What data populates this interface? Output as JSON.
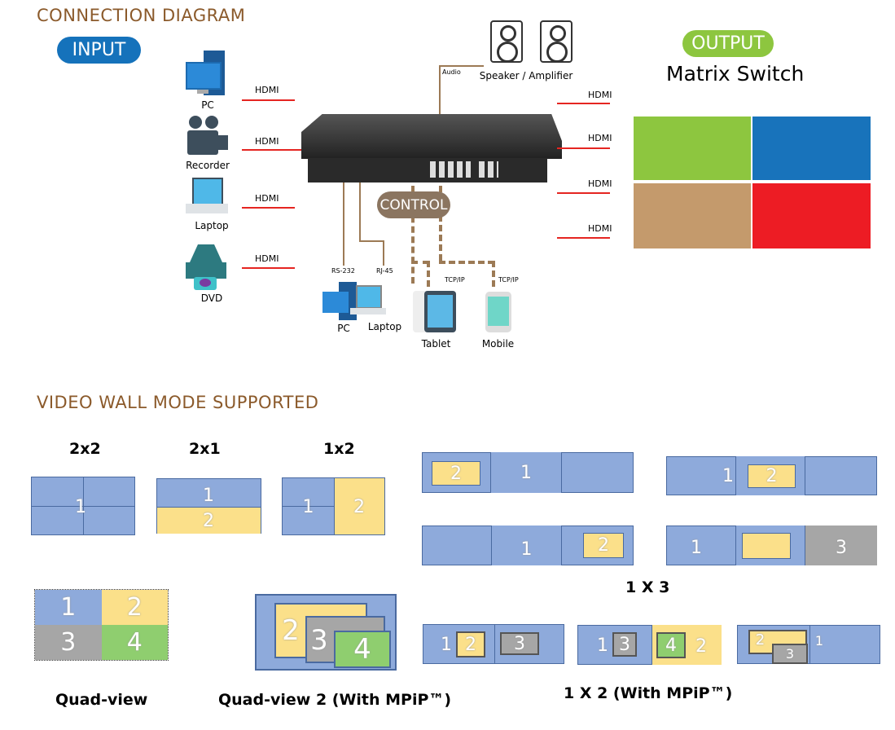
{
  "connection": {
    "title": "CONNECTION DIAGRAM",
    "input_label": "INPUT",
    "output_label": "OUTPUT",
    "product": "Matrix Switch",
    "control_label": "CONTROL",
    "inputs": [
      {
        "label": "PC",
        "icon": "desktop-pc-icon"
      },
      {
        "label": "Recorder",
        "icon": "video-camera-icon"
      },
      {
        "label": "Laptop",
        "icon": "laptop-icon"
      },
      {
        "label": "DVD",
        "icon": "dvd-player-icon"
      }
    ],
    "input_cable": "HDMI",
    "output_cable": "HDMI",
    "audio_label": "Audio",
    "speaker_label": "Speaker / Amplifier",
    "control": {
      "rs232": "RS-232",
      "rj45": "RJ-45",
      "tcpip": "TCP/IP",
      "devices": [
        "PC",
        "Laptop",
        "Tablet",
        "Mobile"
      ]
    },
    "colors": {
      "hdmi_line": "#e52521",
      "input_pill": "#1572bb",
      "output_pill": "#8dc63f",
      "control_pill": "#8b7560",
      "outputs": [
        "#8dc63f",
        "#1873bb",
        "#c49a6c",
        "#ed1c24"
      ]
    }
  },
  "video_wall": {
    "title": "VIDEO WALL MODE SUPPORTED",
    "modes": {
      "m2x2": "2x2",
      "m2x1": "2x1",
      "m1x2": "1x2",
      "m1x3": "1 X 3",
      "quad": "Quad-view",
      "quad2": "Quad-view 2 (With MPiP™)",
      "mpip": "1 X 2 (With MPiP™)"
    },
    "n": {
      "one": "1",
      "two": "2",
      "three": "3",
      "four": "4"
    },
    "colors": {
      "screen": "#8eaadb",
      "pip": "#fbe08a",
      "gray": "#a6a6a6",
      "green": "#8fce6f"
    }
  }
}
